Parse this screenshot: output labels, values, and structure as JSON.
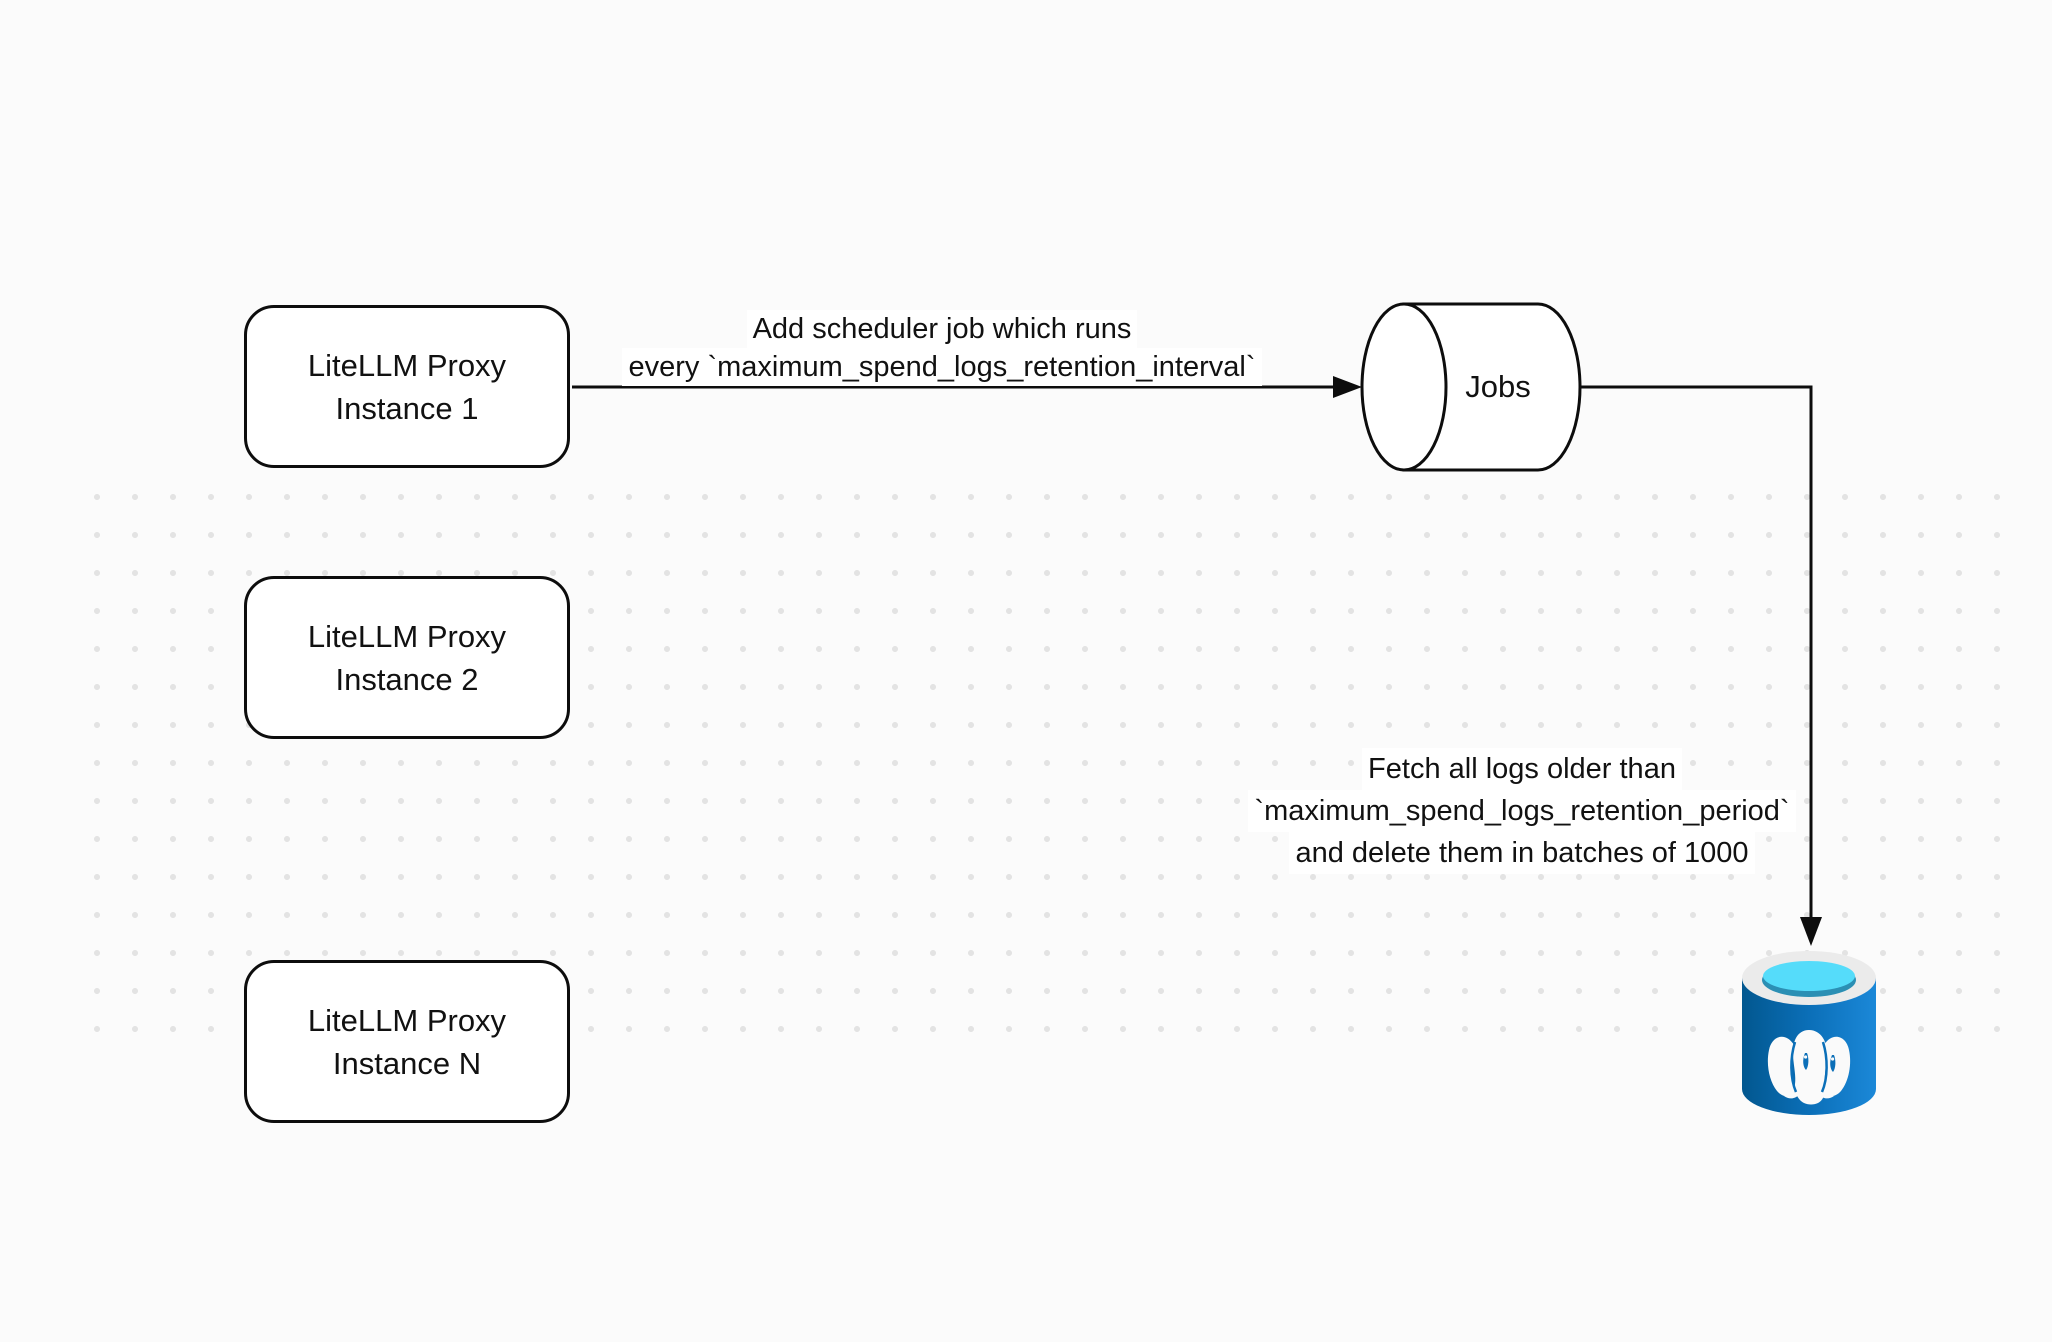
{
  "diagram": {
    "instances": [
      {
        "line1": "LiteLLM Proxy",
        "line2": "Instance 1"
      },
      {
        "line1": "LiteLLM Proxy",
        "line2": "Instance 2"
      },
      {
        "line1": "LiteLLM Proxy",
        "line2": "Instance N"
      }
    ],
    "jobs_label": "Jobs",
    "edge_scheduler": {
      "line1": "Add scheduler job which runs",
      "line2": "every `maximum_spend_logs_retention_interval`"
    },
    "edge_fetch": {
      "line1": "Fetch all logs older than",
      "line2": "`maximum_spend_logs_retention_period`",
      "line3": "and delete them in batches of 1000"
    },
    "database_icon": "postgresql-database-icon",
    "colors": {
      "canvas_bg": "#fbfbfb",
      "dot": "#e3e3e3",
      "stroke": "#0d0d0d",
      "node_fill": "#ffffff",
      "pg_body_dark": "#02578f",
      "pg_body": "#0b6fb8",
      "pg_body_light": "#1b88d8",
      "pg_rim": "#ebebeb",
      "pg_inner_dark": "#2b8fb4",
      "pg_inner_cyan": "#55dcfa",
      "pg_elephant": "#fafafa"
    }
  }
}
